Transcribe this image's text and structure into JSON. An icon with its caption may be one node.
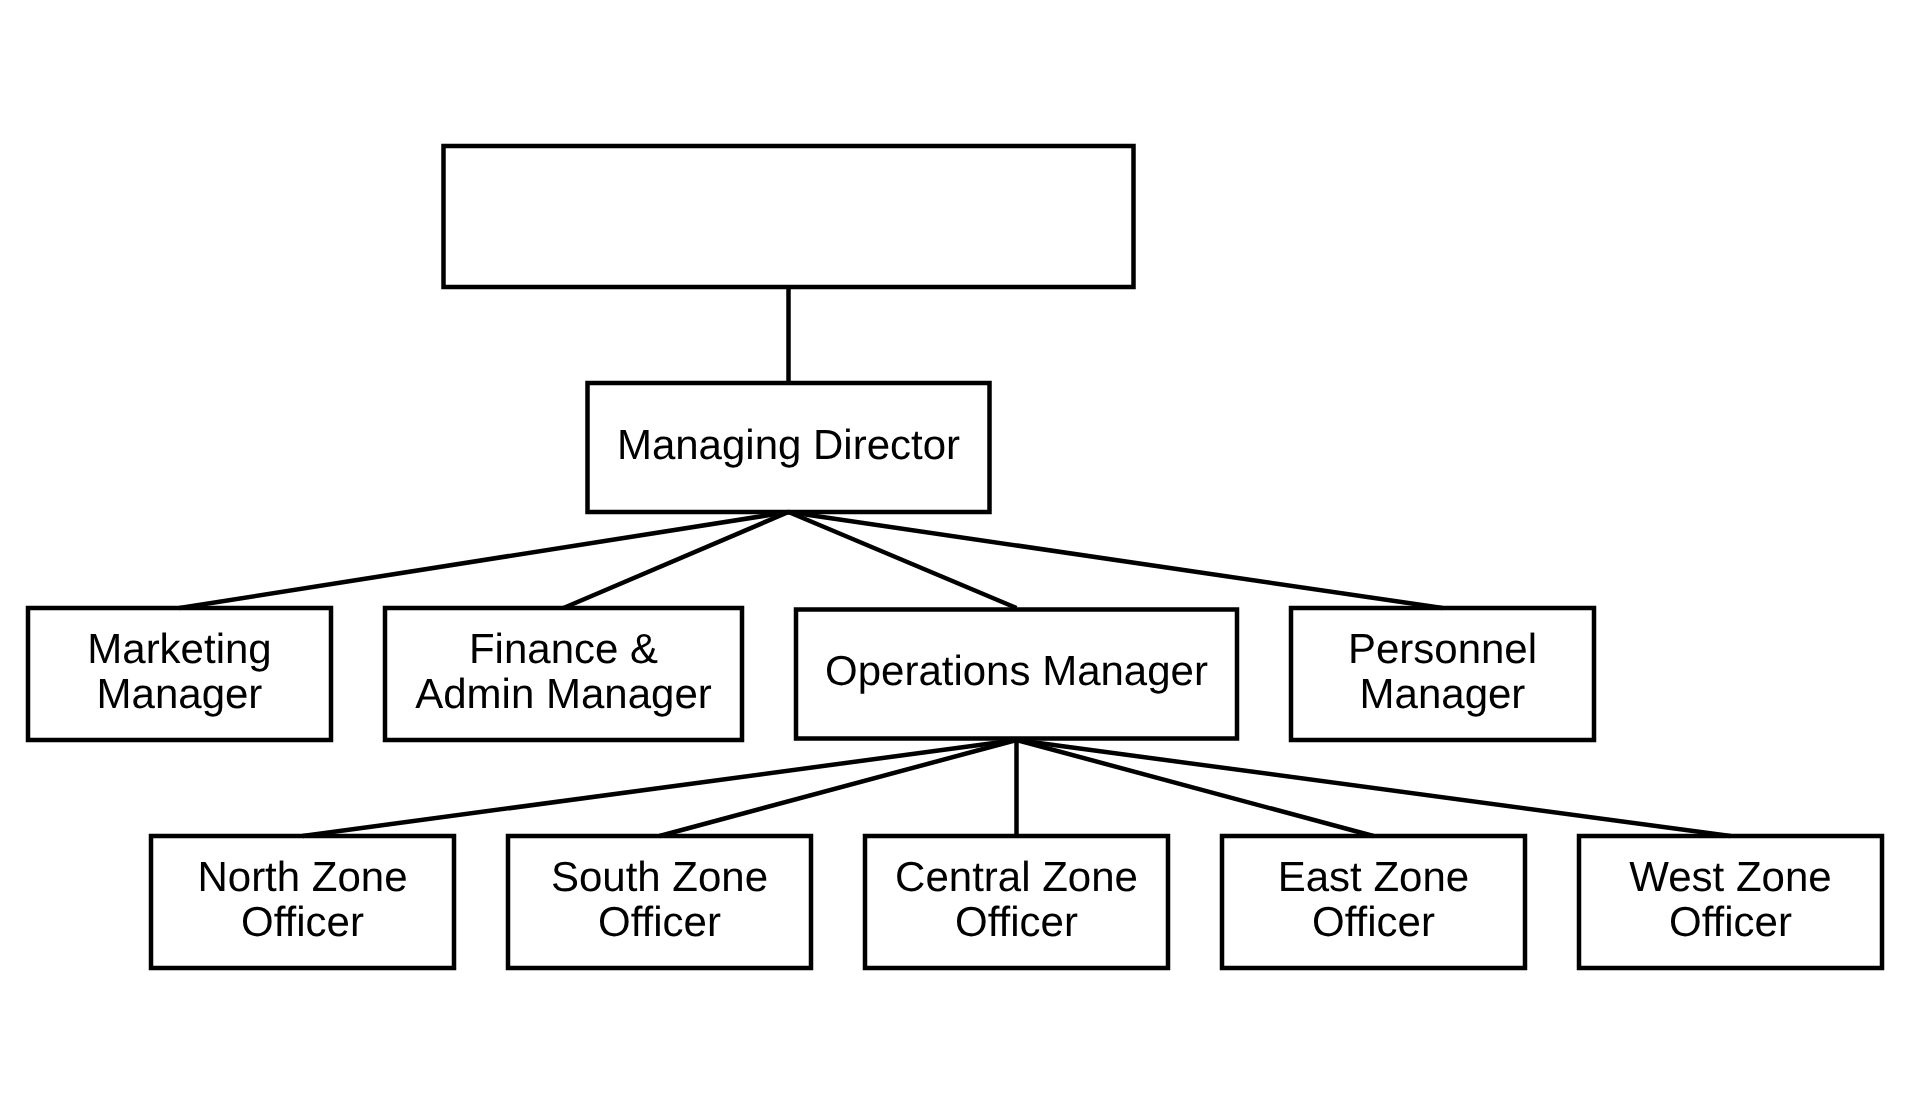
{
  "diagram": {
    "nodes": [
      {
        "text": [],
        "shape": "box"
      },
      {
        "text": [
          "Managing Director"
        ]
      },
      {
        "text": [
          "Marketing Manager"
        ]
      },
      {
        "text": [
          "Finance & Admin Manager"
        ]
      },
      {
        "text": [
          "Operations Manager"
        ]
      },
      {
        "text": [
          "Personnel Manager"
        ]
      },
      {
        "text": [
          "North Zone Officer"
        ]
      },
      {
        "text": [
          "South Zone Officer"
        ]
      },
      {
        "text": [
          "Central Zone Officer"
        ]
      },
      {
        "text": [
          "East Zone Officer"
        ]
      },
      {
        "text": [
          "West Zone Officer"
        ]
      }
    ],
    "edges": [
      {
        "from": 0,
        "to": 1,
        "arrow": "none"
      },
      {
        "from": 1,
        "to": 2,
        "arrow": "none"
      },
      {
        "from": 1,
        "to": 3,
        "arrow": "none"
      },
      {
        "from": 1,
        "to": 4,
        "arrow": "none"
      },
      {
        "from": 1,
        "to": 5,
        "arrow": "none"
      },
      {
        "from": 4,
        "to": 6,
        "arrow": "none"
      },
      {
        "from": 4,
        "to": 7,
        "arrow": "none"
      },
      {
        "from": 4,
        "to": 8,
        "arrow": "none"
      },
      {
        "from": 4,
        "to": 9,
        "arrow": "none"
      },
      {
        "from": 4,
        "to": 10,
        "arrow": "none"
      }
    ]
  }
}
